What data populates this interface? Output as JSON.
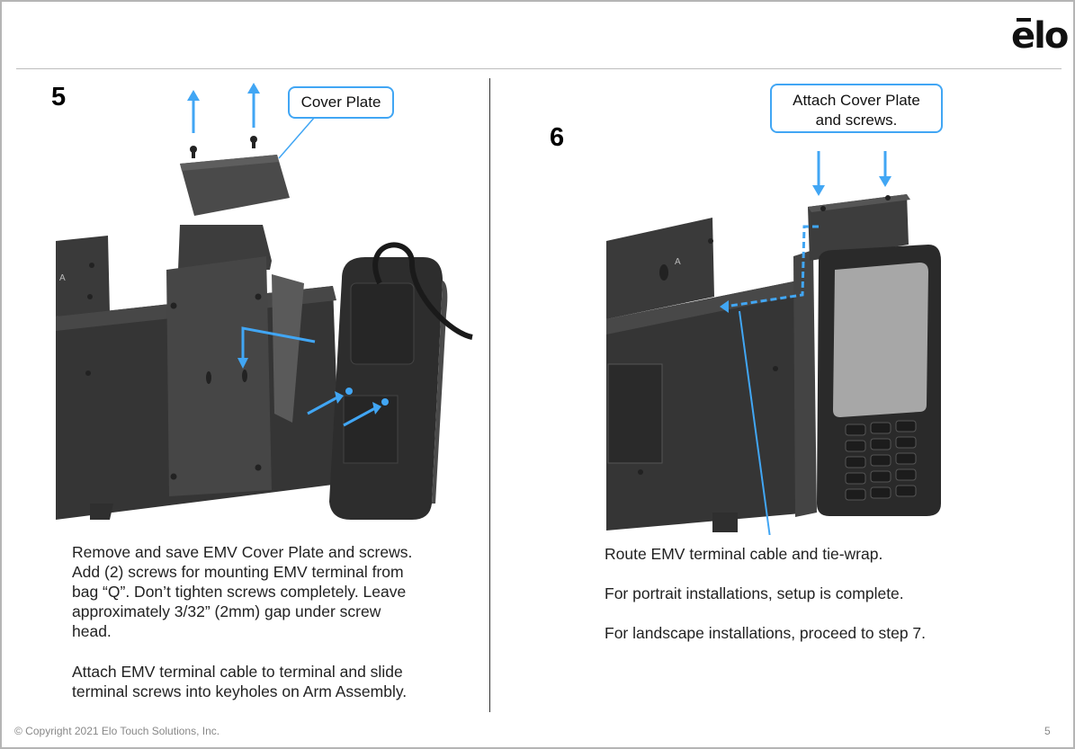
{
  "brand": {
    "logo_text": "elo"
  },
  "step5": {
    "number": "5",
    "callout": "Cover Plate",
    "paragraph1": [
      "Remove and save EMV Cover Plate and screws.",
      "Add (2) screws for mounting EMV terminal from",
      "bag “Q”.  Don’t tighten screws completely. Leave",
      "approximately 3/32” (2mm) gap under screw",
      "head."
    ],
    "paragraph2": [
      "Attach EMV terminal cable to terminal and slide",
      "terminal screws into keyholes on Arm Assembly."
    ],
    "mount_label": "A"
  },
  "step6": {
    "number": "6",
    "callout_lines": [
      "Attach Cover Plate",
      "and screws."
    ],
    "line1": "Route EMV terminal cable and tie-wrap.",
    "line2": "For portrait installations, setup is complete.",
    "line3": "For landscape installations, proceed to step 7.",
    "mount_label": "A"
  },
  "footer": {
    "copyright": "© Copyright 2021 Elo Touch Solutions, Inc.",
    "page_number": "5"
  },
  "colors": {
    "accent": "#41a6f4",
    "hardware": "#3a3a3a"
  }
}
